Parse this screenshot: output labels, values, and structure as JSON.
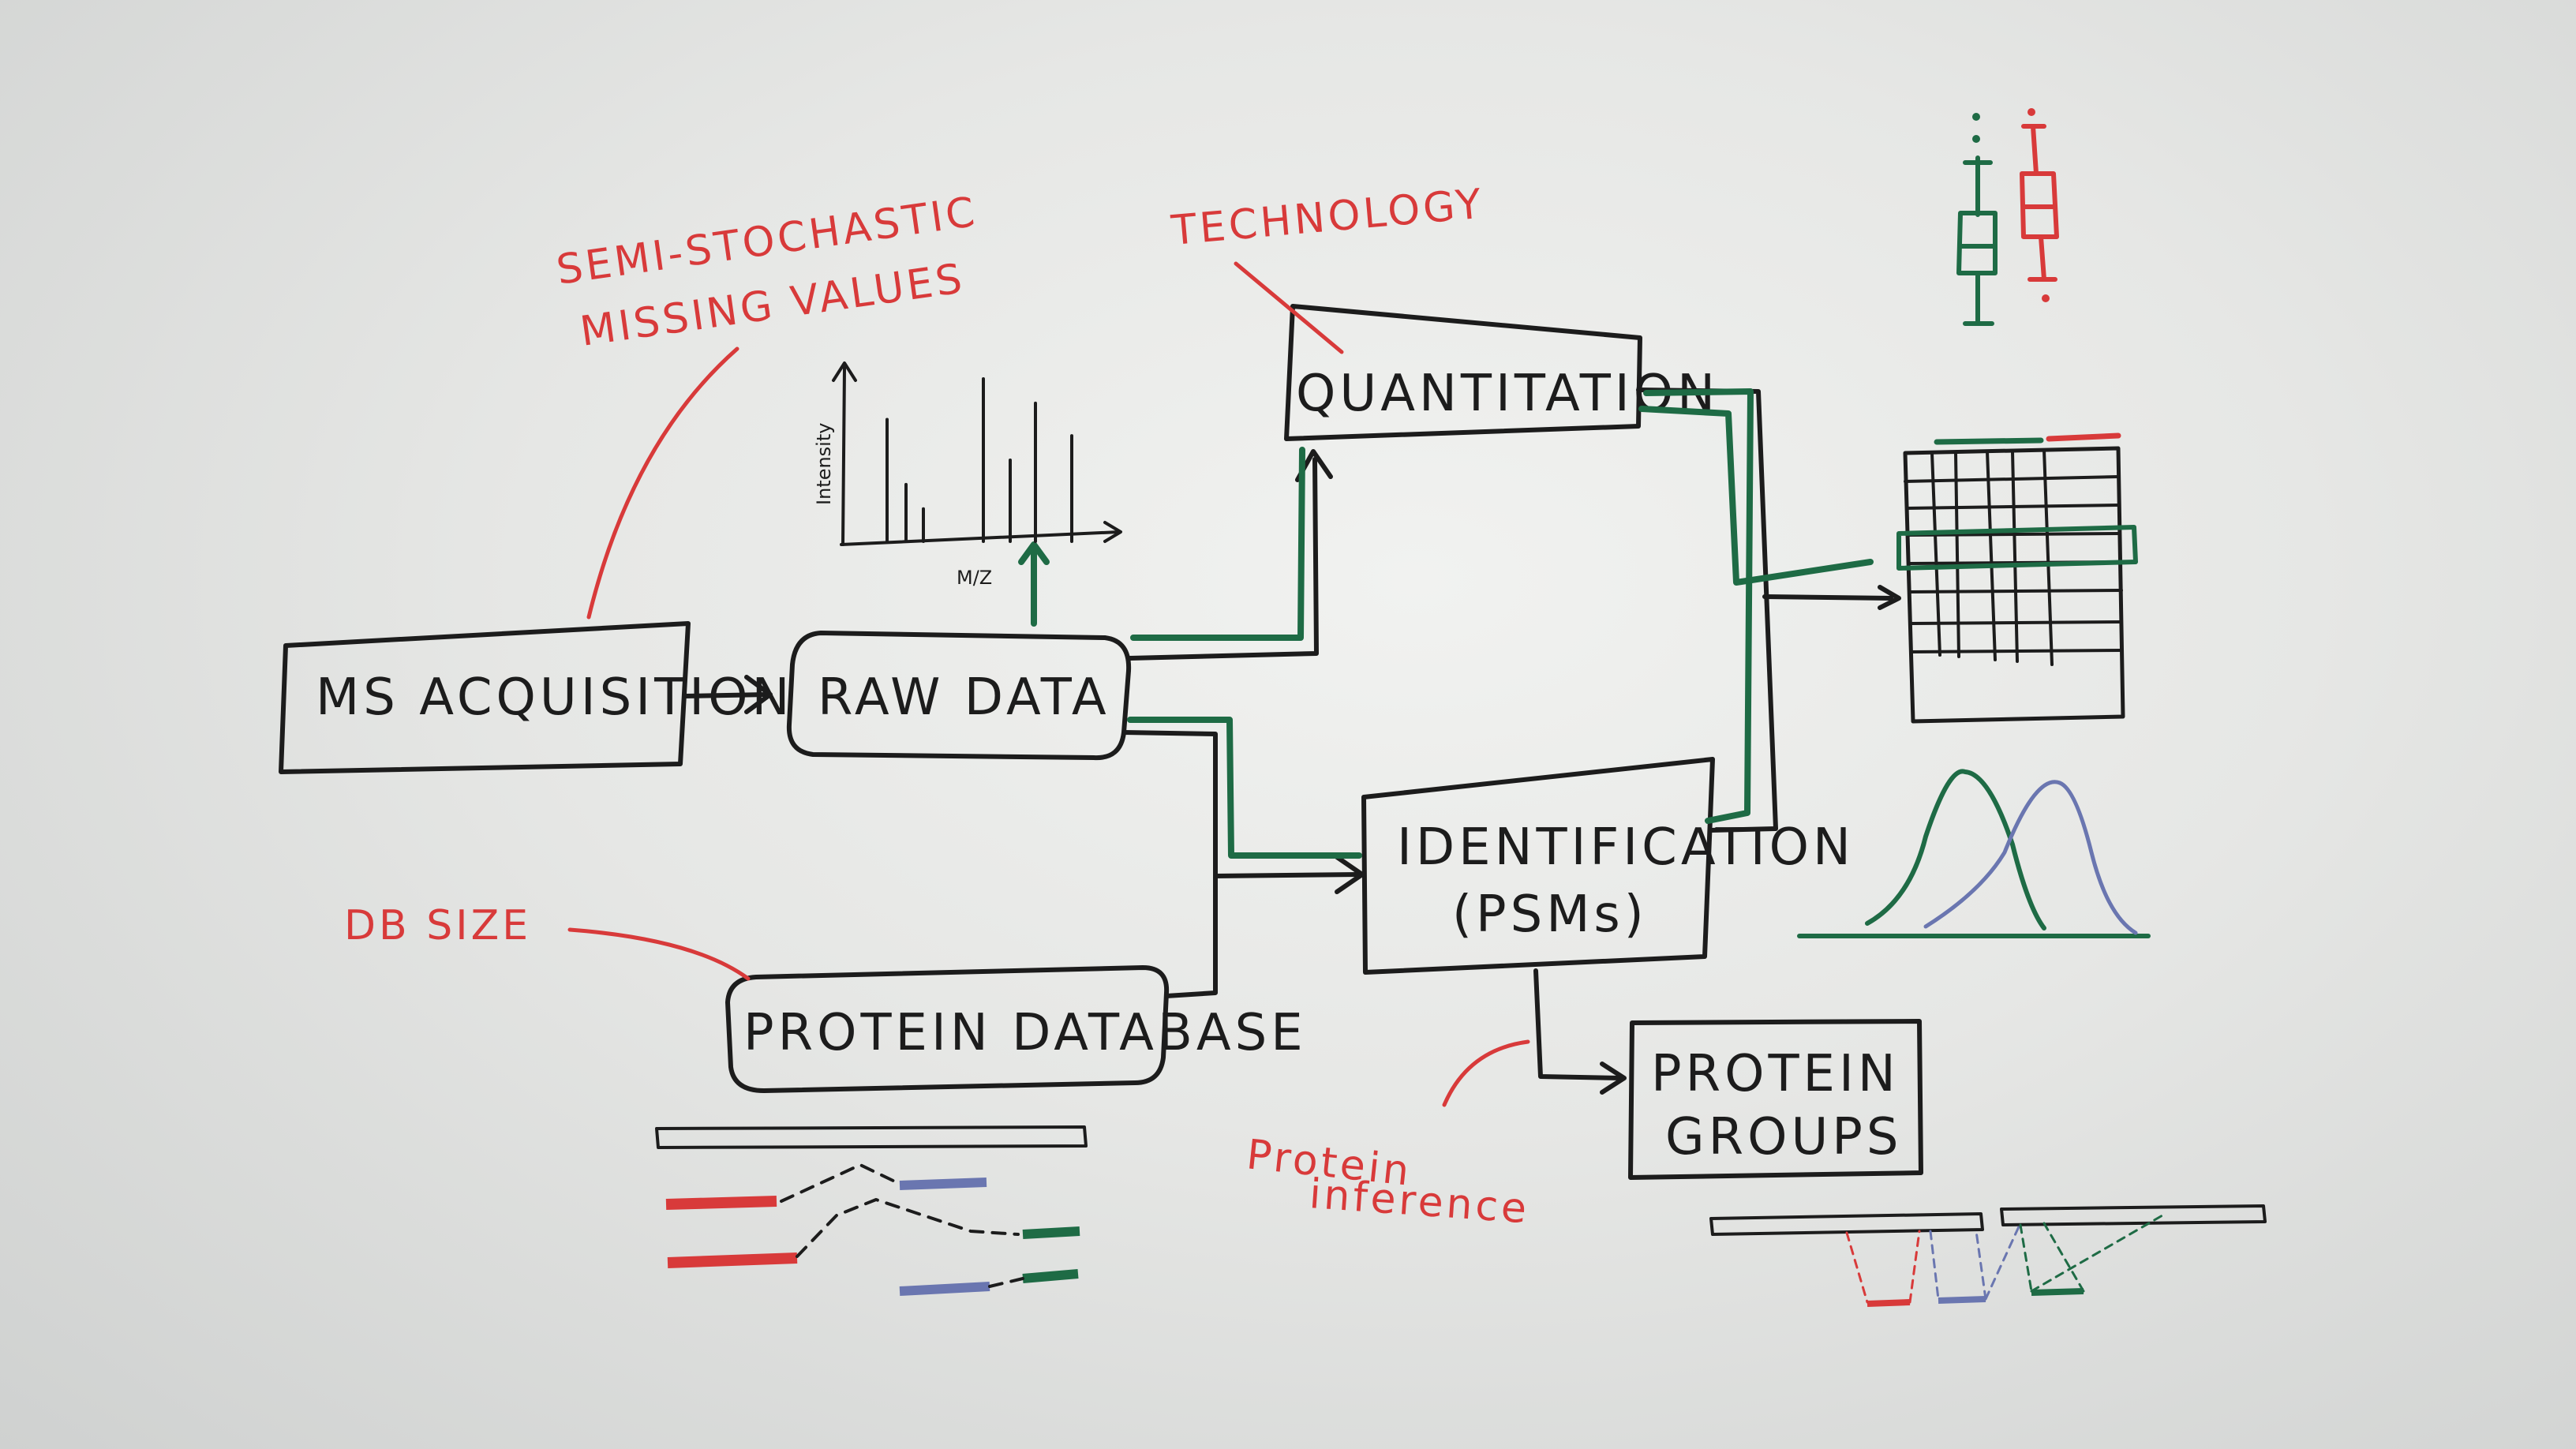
{
  "nodes": {
    "ms_acquisition": "MS ACQUISITION",
    "raw_data": "RAW DATA",
    "quantitation": "QUANTITATION",
    "identification_line1": "IDENTIFICATION",
    "identification_line2": "(PSMs)",
    "protein_database": "PROTEIN DATABASE",
    "protein_groups_line1": "PROTEIN",
    "protein_groups_line2": "GROUPS"
  },
  "annotations": {
    "semi_stochastic_line1": "SEMI-STOCHASTIC",
    "semi_stochastic_line2": "MISSING VALUES",
    "technology": "TECHNOLOGY",
    "db_size": "DB SIZE",
    "protein_inference_line1": "Protein",
    "protein_inference_line2": "inference"
  },
  "spectrum": {
    "ylabel": "Intensity",
    "xlabel": "M/Z",
    "peaks": [
      0.75,
      0.35,
      0.2,
      1.0,
      0.5,
      0.85,
      0.65
    ]
  },
  "colors": {
    "ink_black": "#1c1c1c",
    "ink_green": "#1e6b45",
    "ink_red": "#d83a3a",
    "ink_blue": "#6a76b0"
  }
}
